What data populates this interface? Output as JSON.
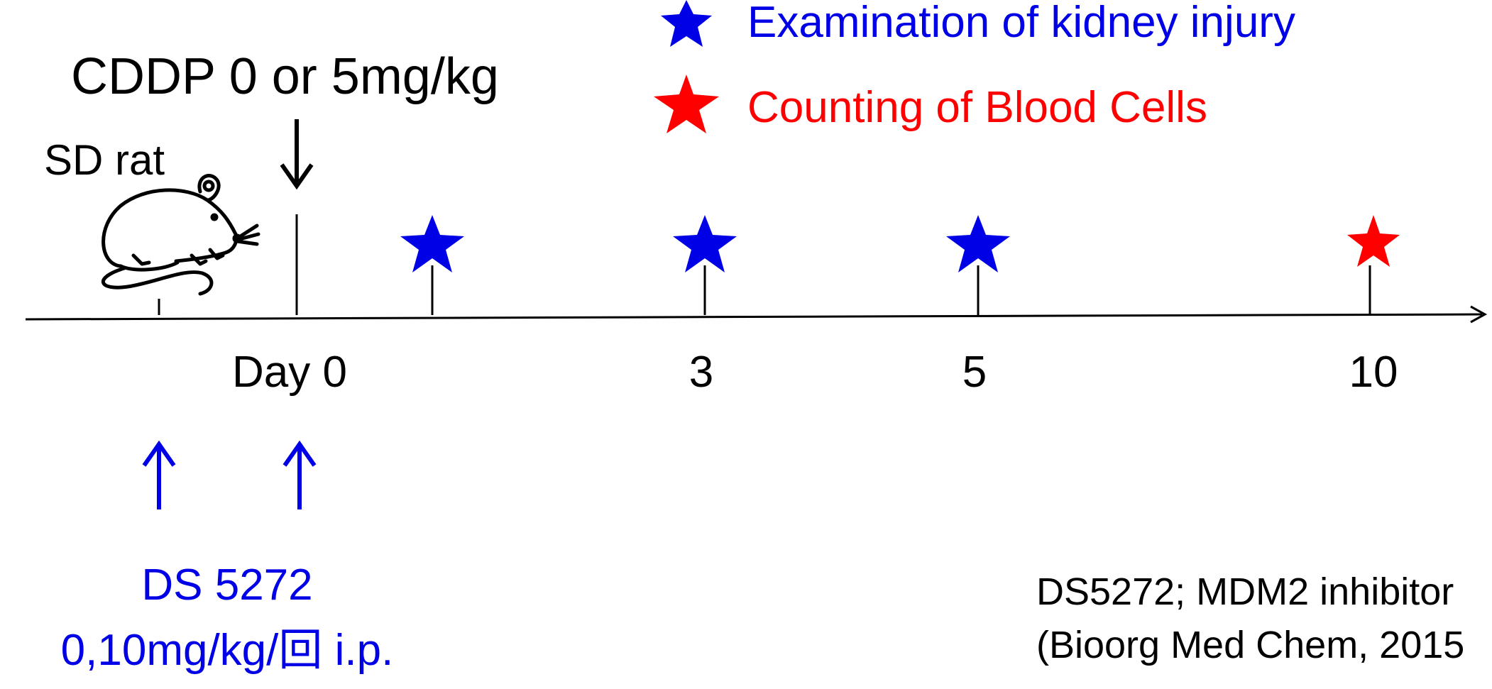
{
  "legend": {
    "items": [
      {
        "symbol": "blue-star-icon",
        "label": "Examination of kidney injury",
        "color": "#0000e6"
      },
      {
        "symbol": "red-star-icon",
        "label": "Counting of Blood Cells",
        "color": "#ff0000"
      }
    ]
  },
  "drug_label": "CDDP 0 or 5mg/kg",
  "animal_label": "SD rat",
  "animal_icon": "rat-icon",
  "timeline": {
    "tick_labels": [
      {
        "key": "day0",
        "text": "Day 0"
      },
      {
        "key": "day3",
        "text": "3"
      },
      {
        "key": "day5",
        "text": "5"
      },
      {
        "key": "day10",
        "text": "10"
      }
    ]
  },
  "injection": {
    "name": "DS 5272",
    "dose": "0,10mg/kg/回 i.p.",
    "color": "#0000e6"
  },
  "note": {
    "line1": "DS5272; MDM2 inhibitor",
    "line2": "(Bioorg Med Chem, 2015"
  },
  "colors": {
    "blue": "#0000e6",
    "red": "#ff0000",
    "black": "#000000"
  }
}
